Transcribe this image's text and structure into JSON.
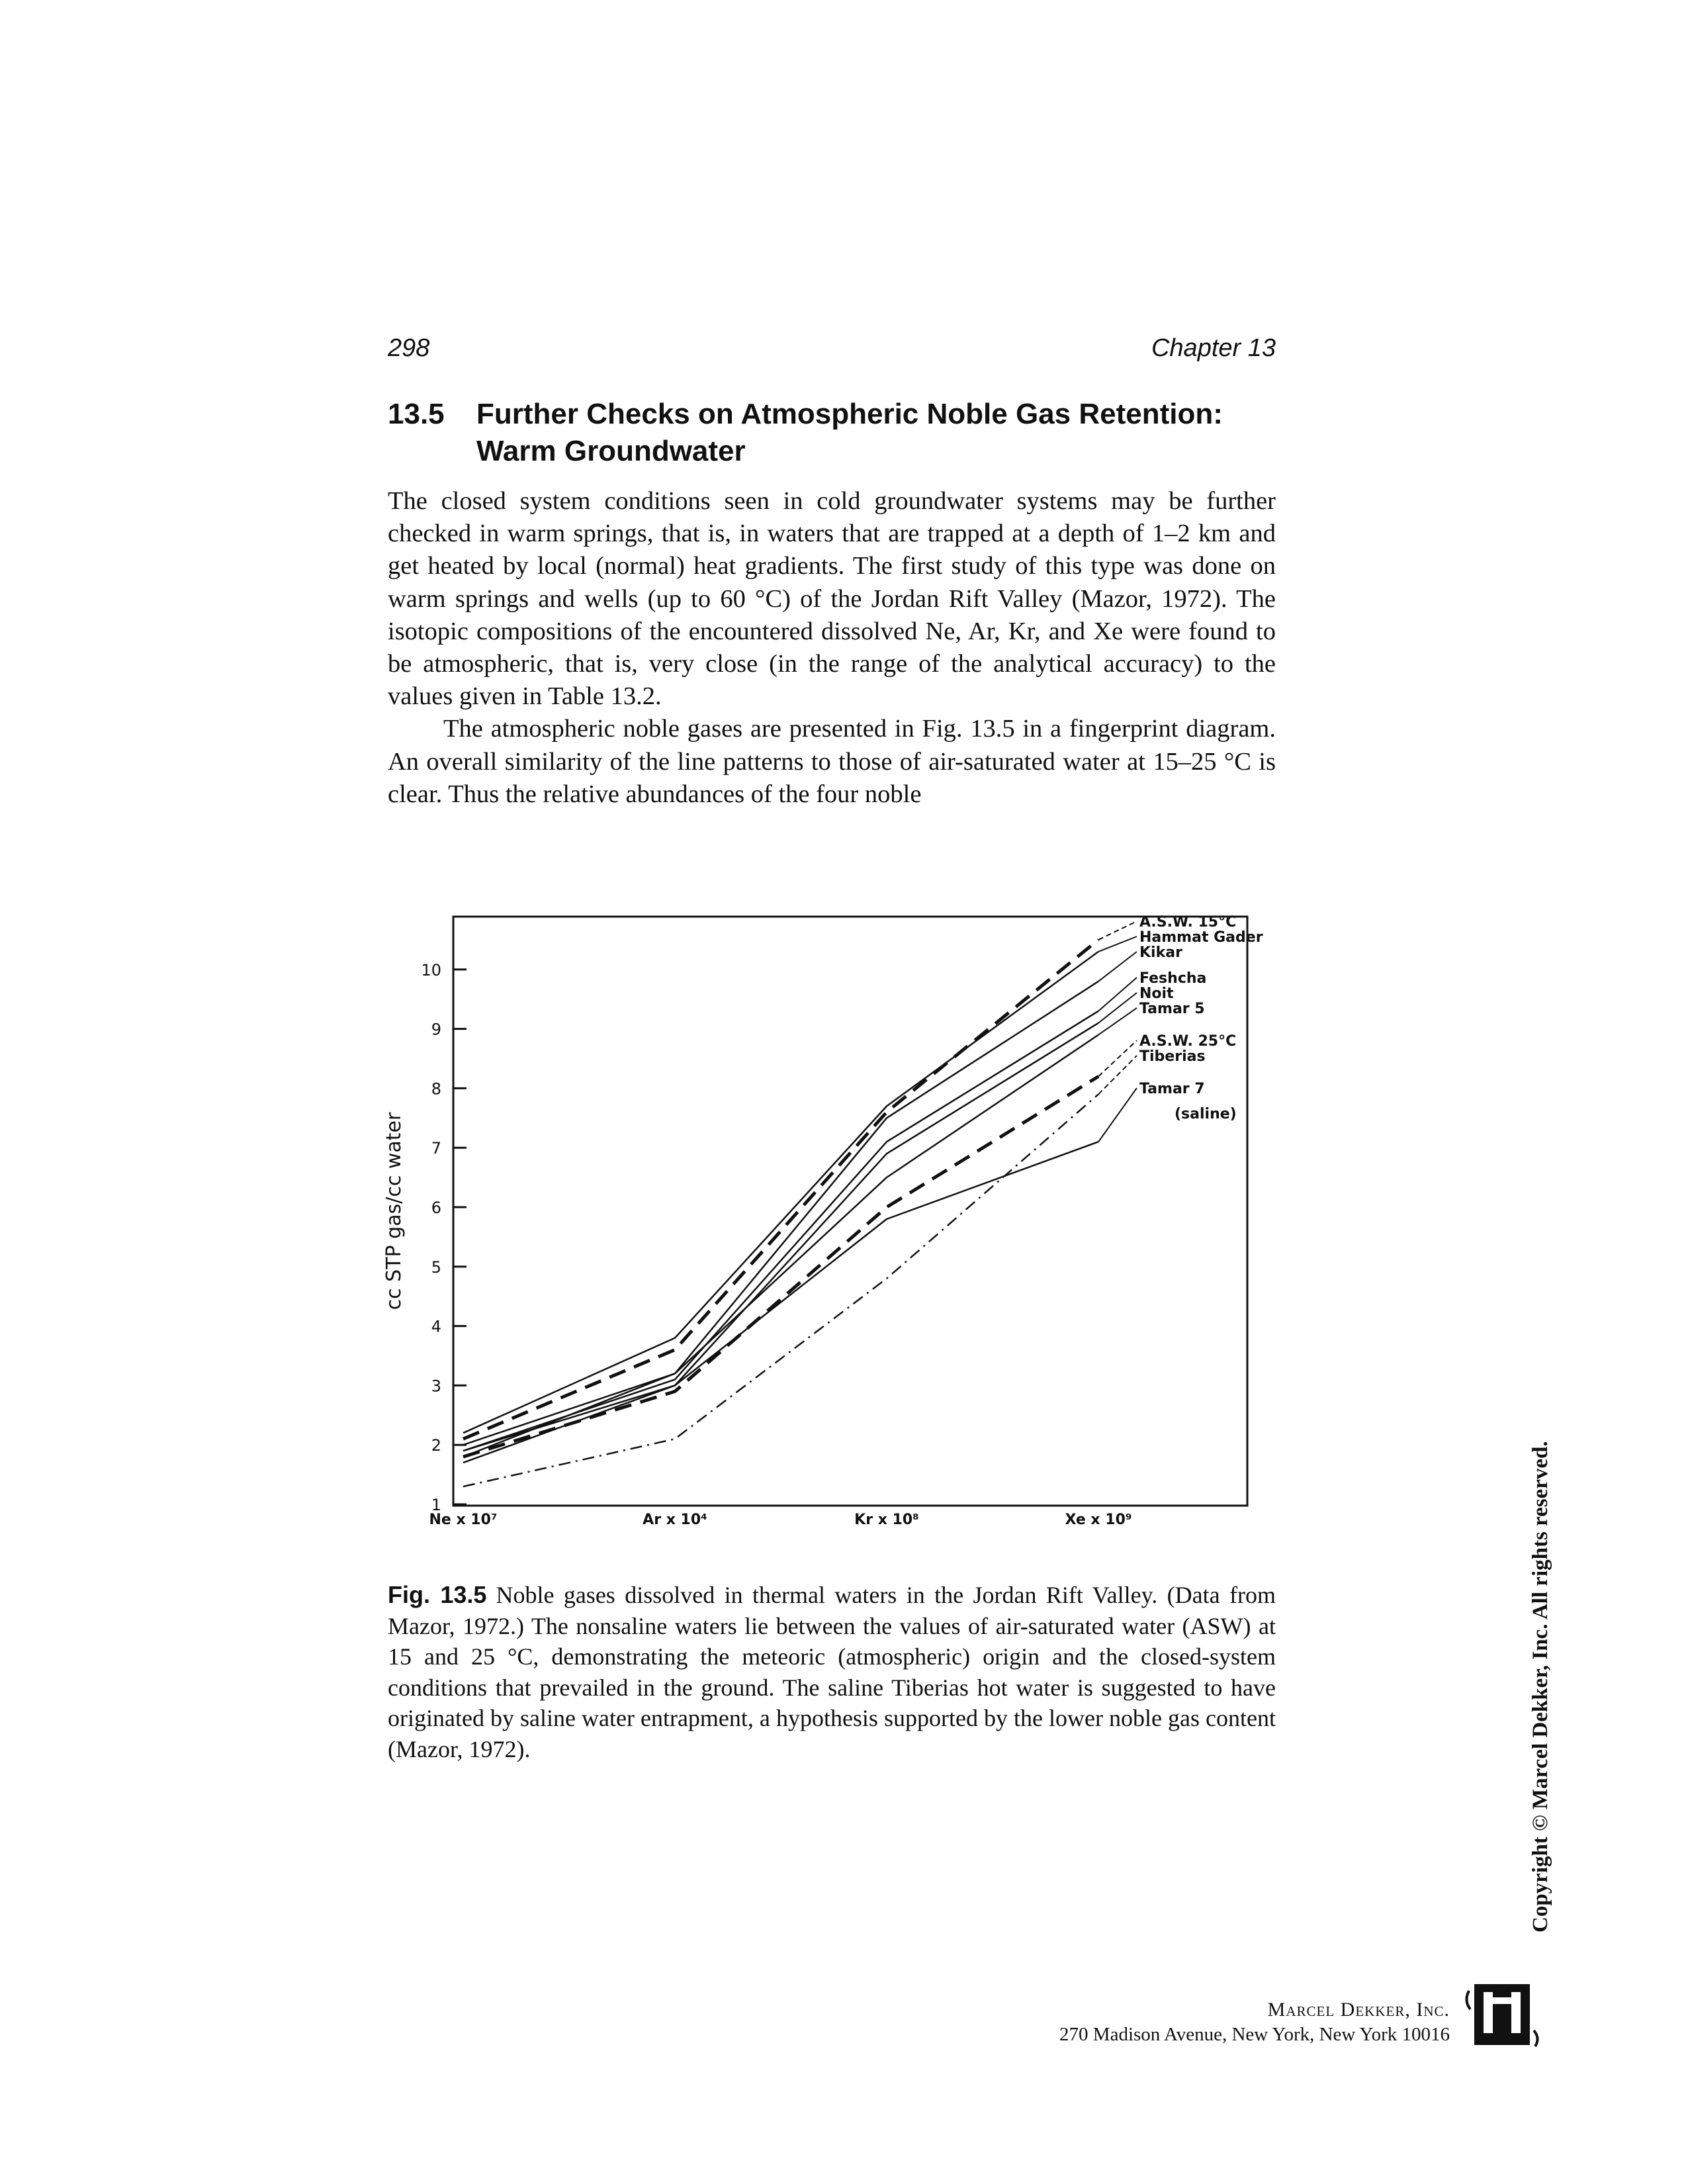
{
  "header": {
    "page_number": "298",
    "running_head": "Chapter 13"
  },
  "section": {
    "number": "13.5",
    "title": "Further Checks on Atmospheric Noble Gas Retention: Warm Groundwater"
  },
  "paragraphs": [
    "The closed system conditions seen in cold groundwater systems may be further checked in warm springs, that is, in waters that are trapped at a depth of 1–2 km and get heated by local (normal) heat gradients. The first study of this type was done on warm springs and wells (up to 60 °C) of the Jordan Rift Valley (Mazor, 1972). The isotopic compositions of the encountered dissolved Ne, Ar, Kr, and Xe were found to be atmospheric, that is, very close (in the range of the analytical accuracy) to the values given in Table 13.2.",
    "The atmospheric noble gases are presented in Fig. 13.5 in a fingerprint diagram. An overall similarity of the line patterns to those of air-saturated water at 15–25 °C is clear. Thus the relative abundances of the four noble"
  ],
  "figure": {
    "caption_label": "Fig. 13.5",
    "caption_text": "Noble gases dissolved in thermal waters in the Jordan Rift Valley. (Data from Mazor, 1972.) The nonsaline waters lie between the values of air-saturated water (ASW) at 15 and 25 °C, demonstrating the meteoric (atmospheric) origin and the closed-system conditions that prevailed in the ground. The saline Tiberias hot water is suggested to have originated by saline water entrapment, a hypothesis supported by the lower noble gas content (Mazor, 1972).",
    "legend_lines": [
      "(saline)"
    ]
  },
  "chart_data": {
    "type": "line",
    "title": "",
    "xlabel": "",
    "ylabel": "cc STP gas/cc water",
    "categories": [
      "Ne x 10⁷",
      "Ar x 10⁴",
      "Kr x 10⁸",
      "Xe x 10⁹"
    ],
    "ylim": [
      1,
      10.8
    ],
    "yticks": [
      1,
      2,
      3,
      4,
      5,
      6,
      7,
      8,
      9,
      10
    ],
    "grid": false,
    "legend_placement": "labels at right end of lines",
    "series": [
      {
        "name": "A.S.W. 15°C",
        "style": "dashed-heavy",
        "values": [
          2.1,
          3.6,
          7.6,
          10.5
        ]
      },
      {
        "name": "Hammat Gader",
        "style": "solid",
        "values": [
          2.2,
          3.8,
          7.7,
          10.3
        ]
      },
      {
        "name": "Kikar",
        "style": "solid",
        "values": [
          2.0,
          3.2,
          7.5,
          9.8
        ]
      },
      {
        "name": "Feshcha",
        "style": "solid",
        "values": [
          1.9,
          3.1,
          7.1,
          9.3
        ]
      },
      {
        "name": "Noit",
        "style": "solid",
        "values": [
          1.7,
          3.0,
          6.9,
          9.1
        ]
      },
      {
        "name": "Tamar 5",
        "style": "solid",
        "values": [
          1.8,
          3.2,
          6.5,
          8.9
        ]
      },
      {
        "name": "A.S.W. 25°C",
        "style": "dashed-heavy",
        "values": [
          1.8,
          2.9,
          6.0,
          8.2
        ]
      },
      {
        "name": "Tiberias",
        "style": "dash-dot",
        "values": [
          1.3,
          2.1,
          4.8,
          7.9
        ]
      },
      {
        "name": "Tamar 7",
        "style": "solid",
        "values": [
          1.9,
          3.0,
          5.8,
          7.1
        ]
      }
    ]
  },
  "footer": {
    "copyright": "Copyright © Marcel Dekker, Inc. All rights reserved.",
    "publisher": "Marcel Dekker, Inc.",
    "address": "270 Madison Avenue, New York, New York 10016"
  }
}
